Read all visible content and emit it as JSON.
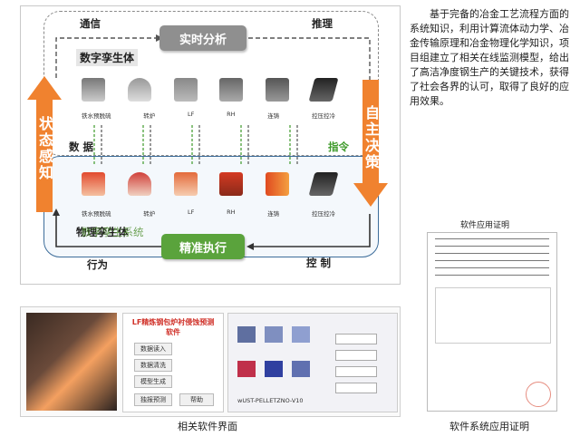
{
  "diagram": {
    "comm_label": "通信",
    "reason_label": "推理",
    "analysis_box": "实时分析",
    "twin_label": "数字孪生体",
    "left_arrow": "状态感知",
    "right_arrow": "自主决策",
    "data_label": "数 据",
    "command_label": "指令",
    "physical_label": "物理孪生体",
    "physical_overlay": "数字孪生系统",
    "exec_box": "精准执行",
    "action_label": "行为",
    "control_label": "控 制",
    "process_steps": [
      "铁水预脱硫",
      "转炉",
      "LF",
      "RH",
      "连铸",
      "控压控冷"
    ]
  },
  "description": "基于完备的冶金工艺流程方面的系统知识，利用计算流体动力学、冶金传输原理和冶金物理化学知识，项目组建立了相关在线监测模型，给出了高洁净度钢生产的关键技术，获得了社会各界的认可，取得了良好的应用效果。",
  "software": {
    "title": "LF精炼钢包炉衬侵蚀预测软件",
    "buttons": [
      "数据读入",
      "数据清洗",
      "模型生成",
      "独报预测",
      "帮助"
    ],
    "version_label": "wUST-PELLETZNO-V10",
    "caption": "相关软件界面"
  },
  "certificate": {
    "title": "软件应用证明",
    "caption": "软件系统应用证明"
  },
  "colors": {
    "orange": "#f0822f",
    "green": "#5aa33c",
    "gray": "#8f8f8f",
    "blue_border": "#3d6d9a"
  }
}
